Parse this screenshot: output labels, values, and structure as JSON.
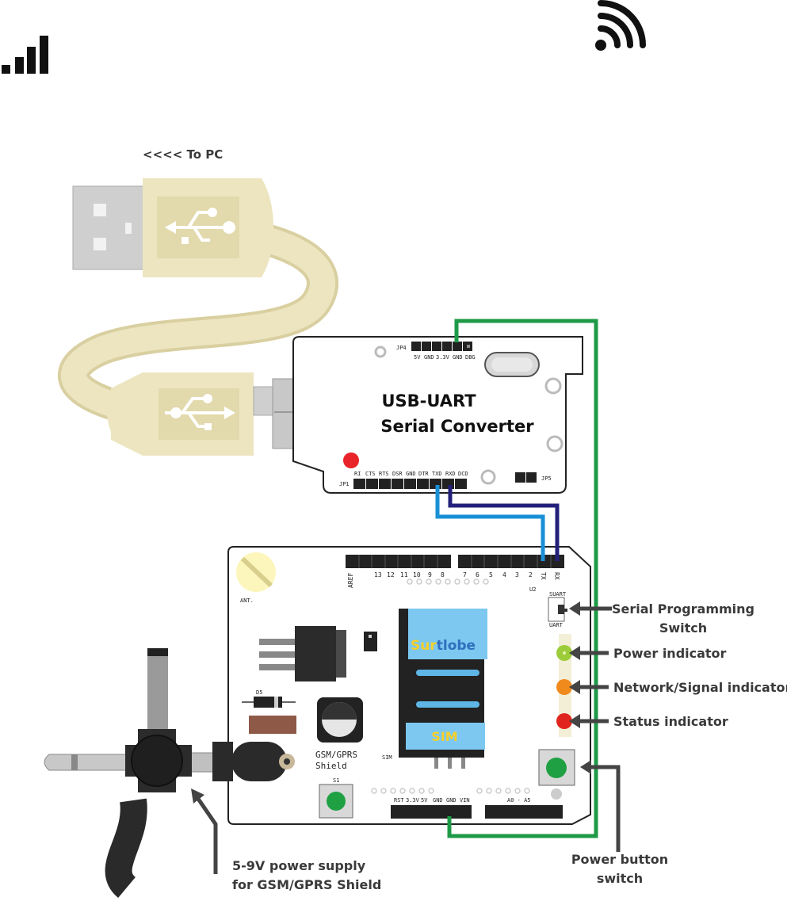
{
  "labels": {
    "to_pc": "<<<< To PC",
    "converter_line1": "USB-UART",
    "converter_line2": "Serial Converter",
    "serial_switch_line1": "Serial Programming",
    "serial_switch_line2": "Switch",
    "power_indicator": "Power indicator",
    "network_indicator": "Network/Signal indicator",
    "status_indicator": "Status indicator",
    "power_button_line1": "Power button",
    "power_button_line2": "switch",
    "power_supply_line1": "5-9V power supply",
    "power_supply_line2": "for GSM/GPRS Shield"
  },
  "converter_pins": {
    "jp4": "JP4",
    "jp4_pins": [
      "5V",
      "GND",
      "3.3V",
      "GND",
      "DBG"
    ],
    "jp1": "JP1",
    "jp1_pins": [
      "RI",
      "CTS",
      "RTS",
      "DSR",
      "GND",
      "DTR",
      "TXD",
      "RXD",
      "DCD"
    ],
    "jp5": "JP5"
  },
  "shield": {
    "brand_part1": "Sur",
    "brand_part2": "tlobe",
    "sim_label": "SIM",
    "sim_small": "SIM",
    "board_name_line1": "GSM/GPRS",
    "board_name_line2": "Shield",
    "ant": "ANT.",
    "aref": "AREF",
    "digital_left": [
      "13",
      "12",
      "11",
      "10",
      "9",
      "8"
    ],
    "digital_right": [
      "7",
      "6",
      "5",
      "4",
      "3",
      "2"
    ],
    "tx": "TX",
    "rx": "RX",
    "u2": "U2",
    "switch_top": "SUART",
    "switch_bottom": "UART",
    "d5": "D5",
    "s1": "S1",
    "power_pins": [
      "RST",
      "3.3V",
      "5V",
      "GND",
      "GND",
      "VIN"
    ],
    "analog": "A0 - A5"
  },
  "colors": {
    "green_wire": "#1e9a47",
    "light_blue_wire": "#1a8fd6",
    "dark_blue_wire": "#22207a",
    "power_led": "#9ccc3a",
    "network_led": "#f08a1c",
    "status_led": "#e0251e",
    "button_green": "#1fa043",
    "cable_cream": "#ece5c0"
  }
}
